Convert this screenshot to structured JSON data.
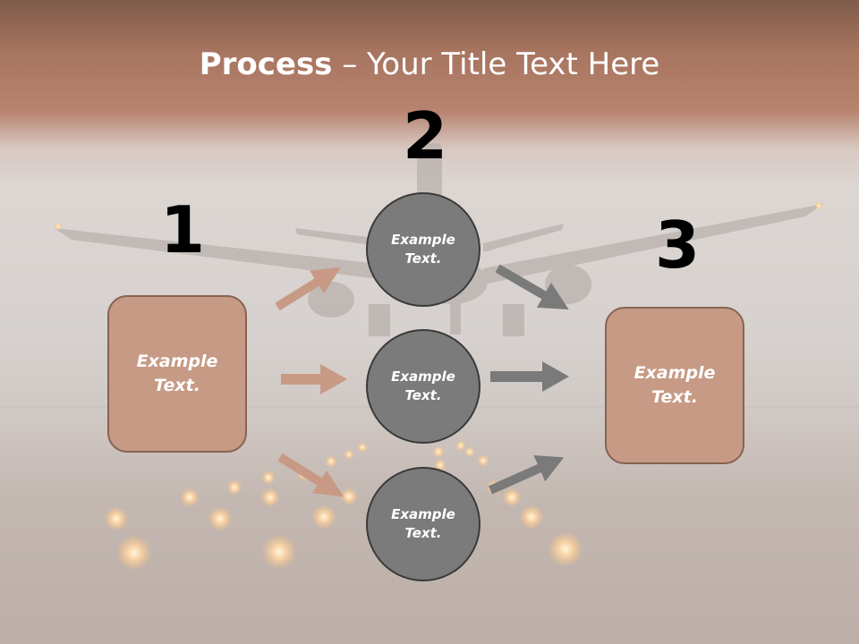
{
  "slide": {
    "title_bold": "Process",
    "title_rest": " – Your Title Text Here",
    "numbers": [
      "1",
      "2",
      "3"
    ],
    "left_box": "Example\nText.",
    "right_box": "Example\nText.",
    "circles": [
      "Example\nText.",
      "Example\nText.",
      "Example\nText."
    ]
  },
  "colors": {
    "box_fill": "#c69a84",
    "circle_fill": "#7b7b7b",
    "arrow_tan": "#c89a85",
    "arrow_gray": "#7a7a7a"
  }
}
